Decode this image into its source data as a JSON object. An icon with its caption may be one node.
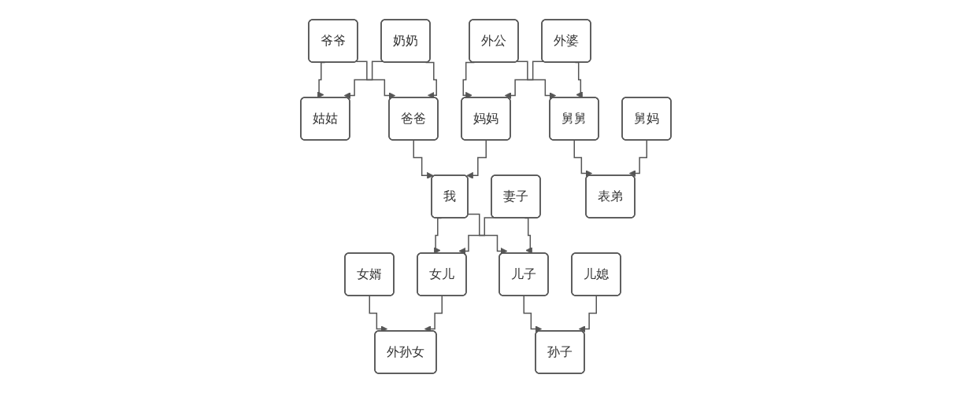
{
  "diagram": {
    "nodes": [
      {
        "text": [
          "爷爷"
        ]
      },
      {
        "text": [
          "奶奶"
        ]
      },
      {
        "text": [
          "外公"
        ]
      },
      {
        "text": [
          "外婆"
        ]
      },
      {
        "text": [
          "姑姑"
        ]
      },
      {
        "text": [
          "爸爸"
        ]
      },
      {
        "text": [
          "妈妈"
        ]
      },
      {
        "text": [
          "舅舅"
        ]
      },
      {
        "text": [
          "舅妈"
        ]
      },
      {
        "text": [
          "我"
        ]
      },
      {
        "text": [
          "妻子"
        ]
      },
      {
        "text": [
          "表弟"
        ]
      },
      {
        "text": [
          "女婿"
        ]
      },
      {
        "text": [
          "女儿"
        ]
      },
      {
        "text": [
          "儿子"
        ]
      },
      {
        "text": [
          "儿媳"
        ]
      },
      {
        "text": [
          "外孙女"
        ]
      },
      {
        "text": [
          "孙子"
        ]
      }
    ],
    "edges": [
      {
        "from": 0,
        "to": 4,
        "arrow": "to"
      },
      {
        "from": 0,
        "to": 5,
        "arrow": "to"
      },
      {
        "from": 1,
        "to": 4,
        "arrow": "to"
      },
      {
        "from": 1,
        "to": 5,
        "arrow": "to"
      },
      {
        "from": 2,
        "to": 6,
        "arrow": "to"
      },
      {
        "from": 2,
        "to": 7,
        "arrow": "to"
      },
      {
        "from": 3,
        "to": 6,
        "arrow": "to"
      },
      {
        "from": 3,
        "to": 7,
        "arrow": "to"
      },
      {
        "from": 5,
        "to": 9,
        "arrow": "to"
      },
      {
        "from": 6,
        "to": 9,
        "arrow": "to"
      },
      {
        "from": 7,
        "to": 11,
        "arrow": "to"
      },
      {
        "from": 8,
        "to": 11,
        "arrow": "to"
      },
      {
        "from": 9,
        "to": 13,
        "arrow": "to"
      },
      {
        "from": 9,
        "to": 14,
        "arrow": "to"
      },
      {
        "from": 10,
        "to": 13,
        "arrow": "to"
      },
      {
        "from": 10,
        "to": 14,
        "arrow": "to"
      },
      {
        "from": 12,
        "to": 16,
        "arrow": "to"
      },
      {
        "from": 13,
        "to": 16,
        "arrow": "to"
      },
      {
        "from": 14,
        "to": 17,
        "arrow": "to"
      },
      {
        "from": 15,
        "to": 17,
        "arrow": "to"
      }
    ]
  }
}
